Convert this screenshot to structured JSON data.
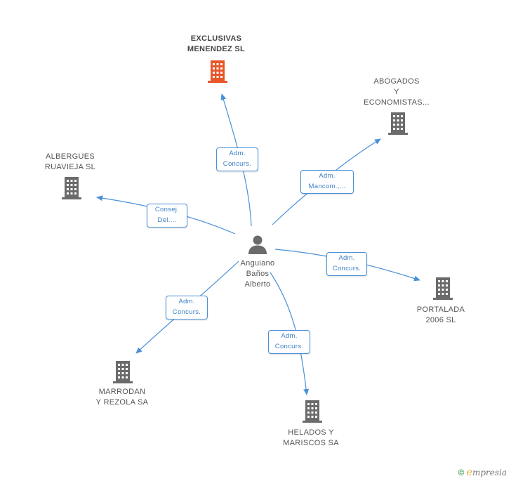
{
  "center": {
    "label": "Anguiano\nBaños\nAlberto"
  },
  "companies": [
    {
      "id": "exclusivas",
      "label": "EXCLUSIVAS\nMENENDEZ SL",
      "highlight": true
    },
    {
      "id": "abogados",
      "label": "ABOGADOS\nY\nECONOMISTAS..."
    },
    {
      "id": "albergues",
      "label": "ALBERGUES\nRUAVIEJA  SL"
    },
    {
      "id": "portalada",
      "label": "PORTALADA\n2006 SL"
    },
    {
      "id": "marrodan",
      "label": "MARRODAN\nY REZOLA SA"
    },
    {
      "id": "helados",
      "label": "HELADOS Y\nMARISCOS SA"
    }
  ],
  "edges": [
    {
      "to": "exclusivas",
      "line1": "Adm.",
      "line2": "Concurs."
    },
    {
      "to": "abogados",
      "line1": "Adm.",
      "line2": "Mancom.,..."
    },
    {
      "to": "albergues",
      "line1": "Consej.",
      "line2": "Del...."
    },
    {
      "to": "portalada",
      "line1": "Adm.",
      "line2": "Concurs."
    },
    {
      "to": "marrodan",
      "line1": "Adm.",
      "line2": "Concurs."
    },
    {
      "to": "helados",
      "line1": "Adm.",
      "line2": "Concurs."
    }
  ],
  "colors": {
    "edge": "#4a90d9",
    "building": "#6b6b6b",
    "building_highlight": "#e8572a",
    "person": "#6b6b6b"
  },
  "watermark": {
    "copyright": "©",
    "brand_e": "e",
    "brand_rest": "mpresia"
  }
}
